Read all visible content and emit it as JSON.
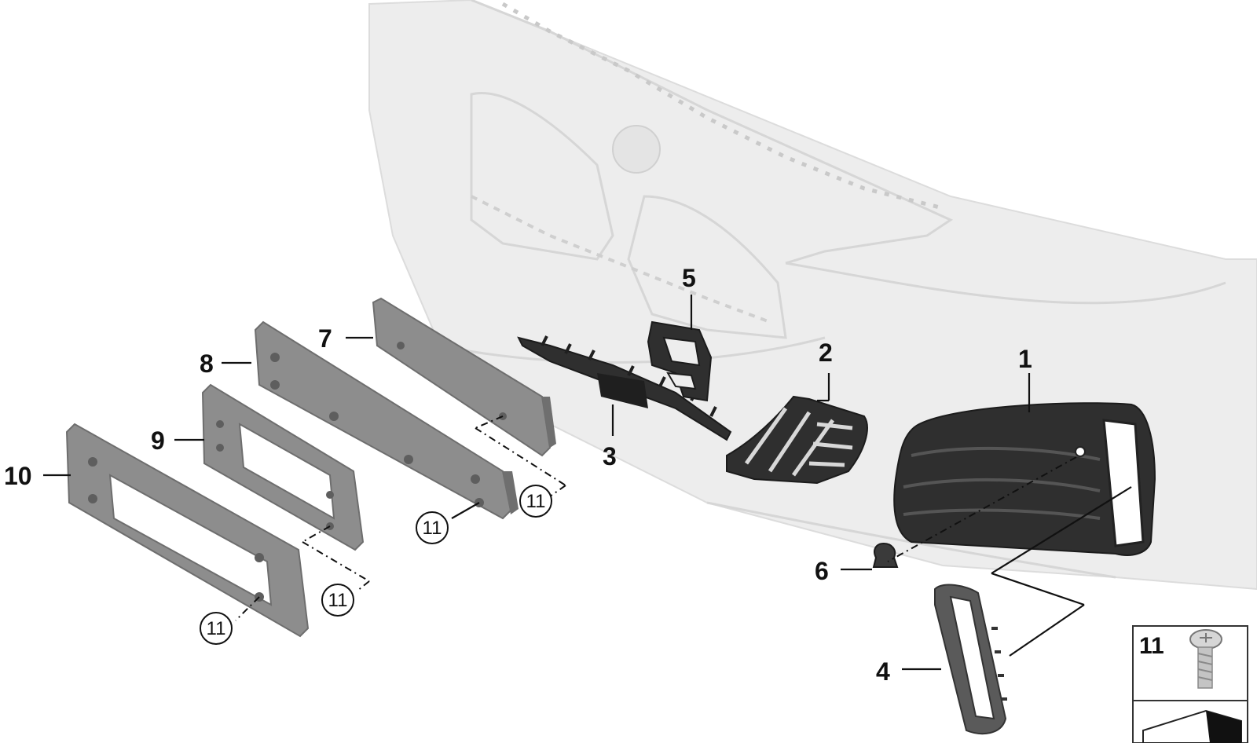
{
  "diagram": {
    "callouts": {
      "p1": "1",
      "p2": "2",
      "p3": "3",
      "p4": "4",
      "p5": "5",
      "p6": "6",
      "p7": "7",
      "p8": "8",
      "p9": "9",
      "p10": "10"
    },
    "fastener_refs": [
      "11",
      "11",
      "11",
      "11"
    ],
    "legend": {
      "item_number": "11",
      "item_icon": "screw-icon",
      "footer_icon": "shim-icon"
    }
  }
}
